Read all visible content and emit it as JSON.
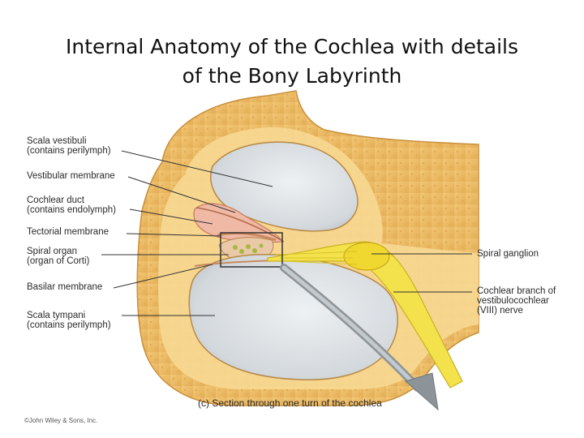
{
  "title": {
    "line1": "Internal Anatomy of the Cochlea with details",
    "line2": "of the Bony Labyrinth"
  },
  "labels": {
    "scala_vestibuli": {
      "line1": "Scala vestibuli",
      "line2": "(contains perilymph)"
    },
    "vestibular_membrane": {
      "line1": "Vestibular membrane"
    },
    "cochlear_duct": {
      "line1": "Cochlear duct",
      "line2": "(contains endolymph)"
    },
    "tectorial_membrane": {
      "line1": "Tectorial membrane"
    },
    "spiral_organ": {
      "line1": "Spiral organ",
      "line2": "(organ of Corti)"
    },
    "basilar_membrane": {
      "line1": "Basilar membrane"
    },
    "scala_tympani": {
      "line1": "Scala tympani",
      "line2": "(contains perilymph)"
    },
    "spiral_ganglion": {
      "line1": "Spiral ganglion"
    },
    "cochlear_branch": {
      "line1": "Cochlear branch of",
      "line2": "vestibulocochlear",
      "line3": "(VIII) nerve"
    }
  },
  "caption": "(c) Section through one turn of the cochlea",
  "copyright": "©John Wiley & Sons, Inc.",
  "colors": {
    "bone": "#e8b964",
    "bone_light": "#f5d690",
    "membrane_pink": "#f0c6b6",
    "chamber": "#dfe3e6",
    "nerve": "#f2e04a",
    "arrow": "#8c9499"
  }
}
